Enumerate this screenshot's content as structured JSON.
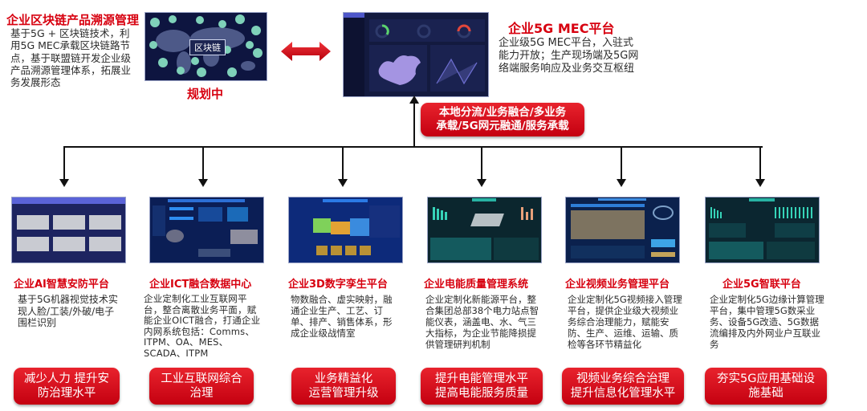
{
  "blockchain": {
    "title": "企业区块链产品溯源管理",
    "desc": "基于5G + 区块链技术，利用5G MEC承载区块链路节点，基于联盟链开发企业级产品溯源管理体系，拓展业务发展形态",
    "image_label": "区块链",
    "status": "规划中"
  },
  "mec": {
    "title": "企业5G MEC平台",
    "desc": "企业级5G MEC平台，入驻式能力开放；生产现场端及5G网络端服务响应及业务交互枢纽",
    "capabilities": [
      "本地分流/业务融合/多业务",
      "承载/5G网元融通/服务承载"
    ]
  },
  "colors": {
    "accent_red": "#d7000f",
    "screen_dark": "#141c45",
    "line": "#111111"
  },
  "platforms": [
    {
      "title": "企业AI智慧安防平台",
      "desc": "基于5G机器视觉技术实现人脸/工装/外破/电子围栏识别",
      "benefit": [
        "减少人力 提升安",
        "防治理水平"
      ]
    },
    {
      "title": "企业ICT融合数据中心",
      "desc": "企业定制化工业互联网平台，整合离散业务平面，赋能企业OICT融合，打通企业内网系统包括：Comms、ITPM、OA、MES、SCADA、ITPM",
      "benefit": [
        "工业互联网综合",
        "治理"
      ]
    },
    {
      "title": "企业3D数字孪生平台",
      "desc": "物数融合、虚实映射，融通企业生产、工艺、订单、排产、销售体系，形成企业级战情室",
      "benefit": [
        "业务精益化",
        "运营管理升级"
      ]
    },
    {
      "title": "企业电能质量管理系统",
      "desc": "企业定制化新能源平台，整合集团总部38个电力站点智能仪表，涵盖电、水、气三大指标，为企业节能降损提供管理研判机制",
      "benefit": [
        "提升电能管理水平",
        "提高电能服务质量"
      ]
    },
    {
      "title": "企业视频业务管理平台",
      "desc": "企业定制化5G视频接入管理平台，提供企业级大视频业务综合治理能力，赋能安防、生产、运维、运输、质检等各环节精益化",
      "benefit": [
        "视频业务综合治理",
        "提升信息化管理水平"
      ]
    },
    {
      "title": "企业5G智联平台",
      "desc": "企业定制化5G边缘计算管理平台，集中管理5G数采业务、设备5G改造、5G数据流编排及内外网业户互联业务",
      "benefit": [
        "夯实5G应用基础设",
        "施基础"
      ]
    }
  ]
}
